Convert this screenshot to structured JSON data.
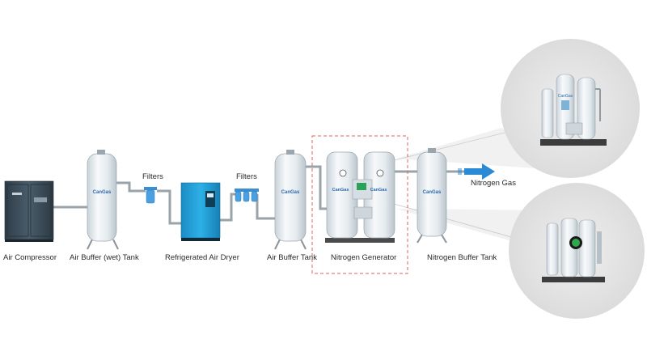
{
  "labels": {
    "air_compressor": "Air Compressor",
    "air_buffer_wet_tank": "Air Buffer (wet) Tank",
    "refrigerated_air_dryer": "Refrigerated Air Dryer",
    "air_buffer_tank": "Air Buffer Tank",
    "nitrogen_generator": "Nitrogen Generator",
    "nitrogen_buffer_tank": "Nitrogen Buffer Tank",
    "filters_1": "Filters",
    "filters_2": "Filters",
    "nitrogen_gas": "Nitrogen Gas"
  },
  "brand_logo": "CanGas",
  "colors": {
    "tank_body": "#e9eef2",
    "compressor": "#3d4f5c",
    "dryer": "#1f9fd6",
    "filter": "#3a8fd4",
    "pipe": "#9aa3aa",
    "dashed_box": "#e06060",
    "arrow": "#2a8ad6",
    "zoom_circle": "#e6e6e6"
  }
}
